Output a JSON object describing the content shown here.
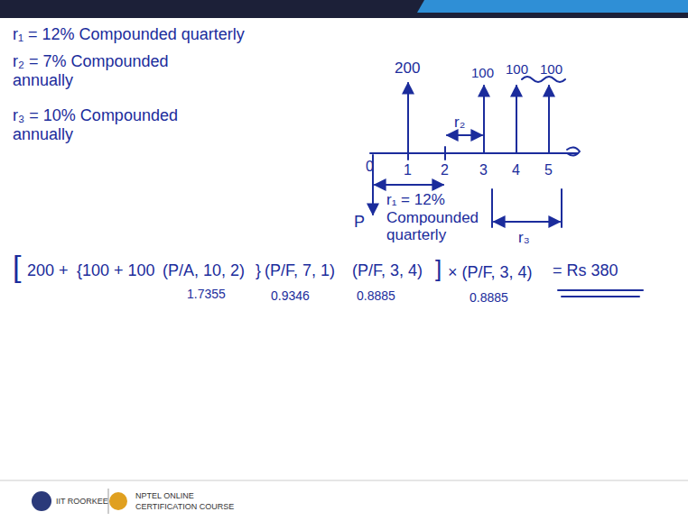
{
  "diagram": {
    "labels": [
      "r₁ = 12% Compounded quarterly",
      "r₂ = 7% Compounded annually",
      "r₃ = 10% Compounded annually",
      "0",
      "1",
      "2",
      "3",
      "4",
      "5",
      "200",
      "100",
      "100",
      "100",
      "r₂",
      "r₁ = 12% Compounded quarterly",
      "P",
      "r₃",
      "[",
      "200 +",
      "{100 + 100",
      "(P/A, 10, 2)",
      "}",
      "(P/F, 7, 1)",
      "(P/F, 3, 4)",
      "]",
      "× (P/F, 3, 4)",
      "= Rs 380",
      "1.7355",
      "0.9346",
      "0.8885",
      "0.8885",
      "IIT ROORKEE",
      "NPTEL ONLINE",
      "CERTIFICATION COURSE"
    ]
  }
}
